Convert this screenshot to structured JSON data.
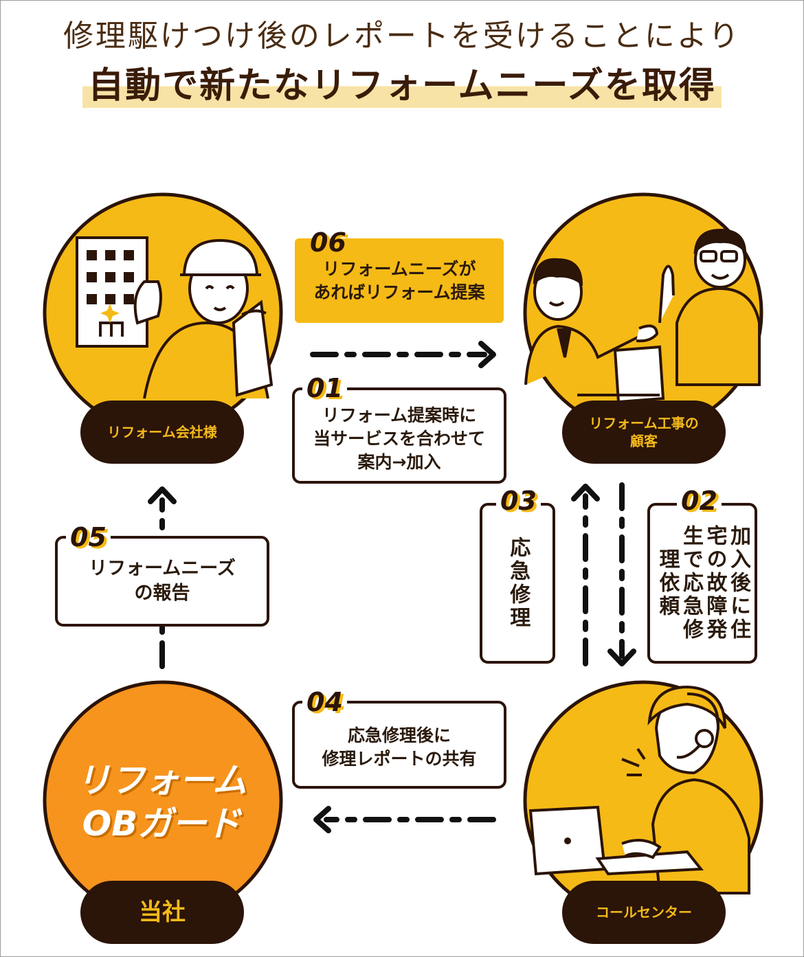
{
  "header": {
    "subtitle": "修理駆けつけ後のレポートを受けることにより",
    "headline": "自動で新たなリフォームニーズを取得"
  },
  "nodes": {
    "reform_company": "リフォーム会社様",
    "customer": "リフォーム工事の\n顧客",
    "call_center": "コールセンター",
    "our_company": "当社"
  },
  "brand": {
    "line1": "リフォーム",
    "line2": "OBガード"
  },
  "steps": {
    "s01": {
      "num": "01",
      "text": "リフォーム提案時に\n当サービスを合わせて\n案内→加入"
    },
    "s02": {
      "num": "02",
      "text": "加入後に住宅の故障発生で応急修理依頼"
    },
    "s03": {
      "num": "03",
      "text": "応急修理"
    },
    "s04": {
      "num": "04",
      "text": "応急修理後に\n修理レポートの共有"
    },
    "s05": {
      "num": "05",
      "text": "リフォームニーズ\nの報告"
    },
    "s06": {
      "num": "06",
      "text": "リフォームニーズが\nあればリフォーム提案"
    }
  },
  "colors": {
    "accent": "#f6ba16",
    "brand_orange": "#f7941d",
    "dark": "#2b1408"
  }
}
